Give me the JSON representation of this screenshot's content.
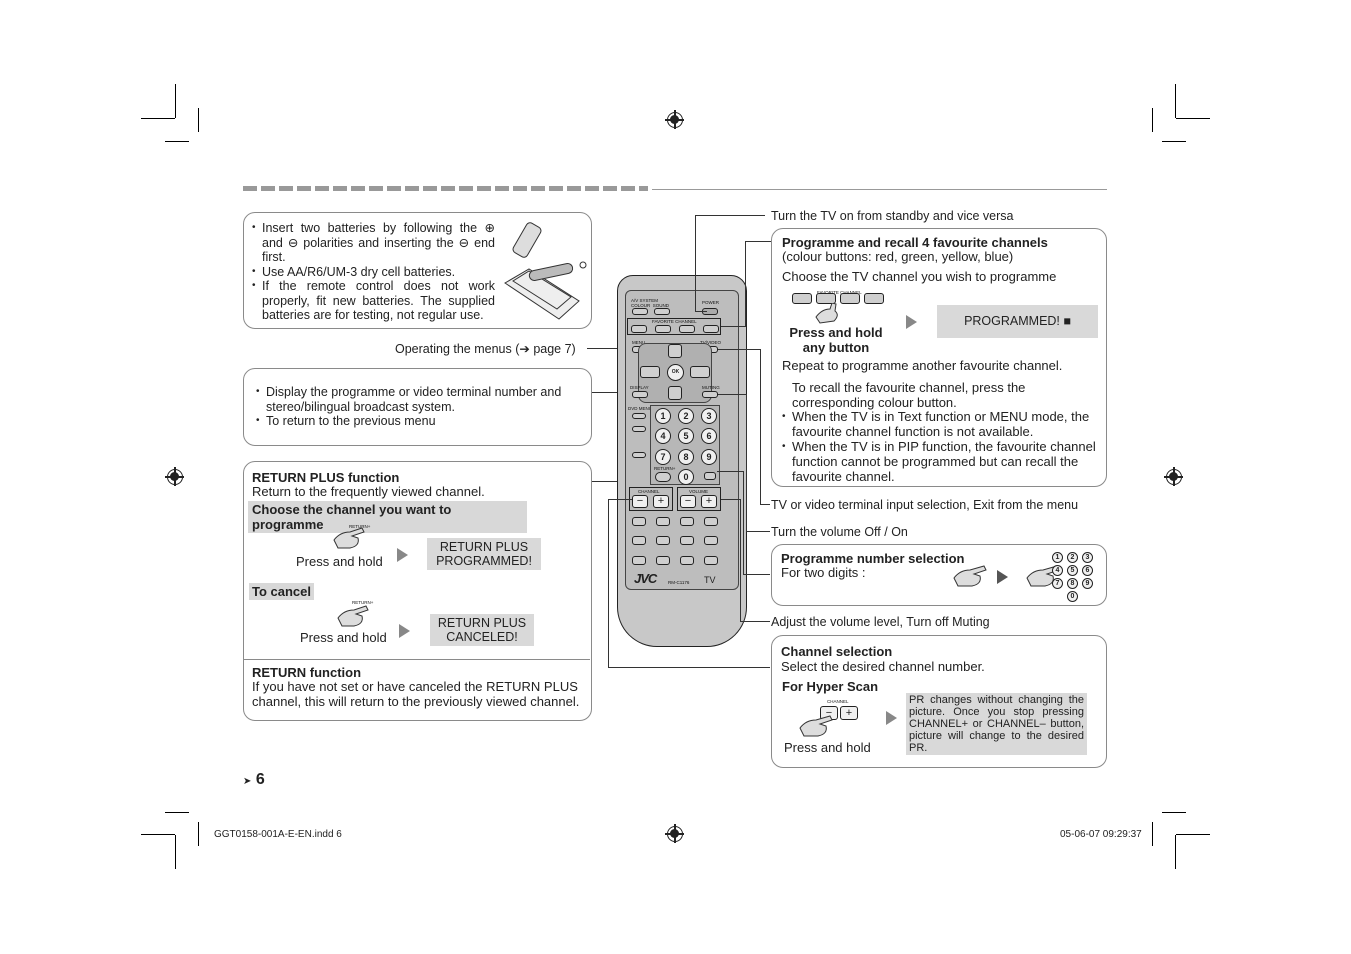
{
  "battery_box": {
    "items": [
      "Insert two batteries by following the ⊕ and ⊖ polarities and inserting the ⊖ end first.",
      "Use AA/R6/UM-3 dry cell batteries.",
      "If the remote control does not work properly, fit new batteries. The supplied batteries are for testing, not regular use."
    ]
  },
  "menus_label": "Operating the menus (➔ page 7)",
  "display_box": {
    "items": [
      "Display the programme or video terminal number and stereo/bilingual broadcast system.",
      "To return to the previous menu"
    ]
  },
  "return_box": {
    "title": "RETURN PLUS function",
    "subtitle": "Return to the frequently viewed channel.",
    "choose_label": "Choose the channel you want to programme",
    "press_hold_1": "Press and hold",
    "result_1": "RETURN PLUS PROGRAMMED!",
    "cancel_label": "To cancel",
    "press_hold_2": "Press and hold",
    "result_2": "RETURN PLUS CANCELED!",
    "return_title": "RETURN function",
    "return_text": "If you have not set or have canceled the RETURN PLUS channel, this will return to the previously viewed channel."
  },
  "labels": {
    "power": "Turn the TV on from standby and vice versa",
    "tv_video": "TV or video terminal input selection, Exit from the menu",
    "muting": "Turn the volume Off / On",
    "volume": "Adjust the volume level, Turn off Muting"
  },
  "fav_box": {
    "title": "Programme and recall 4 favourite channels",
    "subtitle": "(colour buttons: red, green, yellow, blue)",
    "choose": "Choose the TV channel you wish to programme",
    "fav_caption": "FAVORITE CHANNEL",
    "press_hold": "Press and hold any button",
    "result": "PROGRAMMED! ■",
    "repeat": "Repeat to programme another favourite channel.",
    "recall": "To recall the favourite channel, press the corresponding colour button.",
    "items": [
      "When the TV is in Text function or MENU mode, the favourite channel function is not available.",
      "When the TV is in PIP function, the favourite channel function cannot be programmed but can recall the favourite channel."
    ]
  },
  "prog_box": {
    "title": "Programme number selection",
    "subtitle": "For two digits :",
    "digits": [
      "1",
      "2",
      "3",
      "4",
      "5",
      "6",
      "7",
      "8",
      "9",
      "0"
    ]
  },
  "chan_box": {
    "title": "Channel selection",
    "subtitle": "Select the desired channel number.",
    "hyper": "For Hyper Scan",
    "press_hold": "Press and hold",
    "note": "PR changes without changing the picture. Once you stop pressing CHANNEL+ or CHANNEL– button, picture will change to the desired PR.",
    "channel_caption": "CHANNEL"
  },
  "remote": {
    "brand": "JVC",
    "model": "RM-C1176",
    "tv": "TV",
    "keys": [
      "1",
      "2",
      "3",
      "4",
      "5",
      "6",
      "7",
      "8",
      "9",
      "0"
    ],
    "labels": {
      "av_colour": "A/V SYSTEM\nCOLOUR  SOUND",
      "power": "POWER",
      "fav": "FAVORITE CHANNEL",
      "menu": "MENU",
      "tvvideo": "TV/VIDEO",
      "display": "DISPLAY",
      "muting": "MUTING",
      "ok": "OK",
      "channel": "CHANNEL",
      "volume": "VOLUME",
      "return": "RETURN+",
      "return_small": "RETURN+",
      "dvd": "DVD MENU"
    }
  },
  "page_number": "6",
  "footer_left": "GGT0158-001A-E-EN.indd   6",
  "footer_right": "05-06-07   09:29:37"
}
